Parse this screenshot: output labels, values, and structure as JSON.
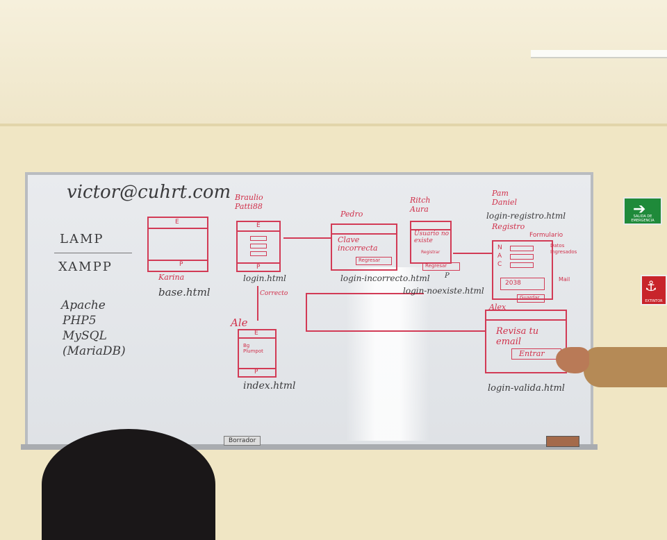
{
  "whiteboard": {
    "email": "victor@cuhrt.com",
    "stack_left": [
      "LAMP",
      "XAMPP"
    ],
    "stack_list": [
      "Apache",
      "PHP5",
      "MySQL",
      "(MariaDB)"
    ],
    "boxes": {
      "karina": {
        "name": "Karina",
        "file": "base.html",
        "top": "E",
        "bottom": "P"
      },
      "login": {
        "name": "Braulio Patti88",
        "file": "login.html",
        "top": "E",
        "bottom": "P",
        "link": "Correcto"
      },
      "pedro": {
        "name": "Pedro",
        "title": "Clave incorrecta",
        "button": "Regresar",
        "file": "login-incorrecto.html"
      },
      "ritch": {
        "name": "Ritch Aura",
        "title": "Usuario no existe",
        "sub": "Registrar",
        "button": "Regresar",
        "marker": "P",
        "file": "login-noexiste.html"
      },
      "pam": {
        "name": "Pam Daniel",
        "file": "login-registro.html",
        "title": "Registro",
        "form_label": "Formulario",
        "fields": [
          "N",
          "A",
          "C"
        ],
        "captcha": "2038",
        "button": "Guardar",
        "note": "Datos Ingresados",
        "mail_note": "Mail"
      },
      "ale": {
        "name": "Ale",
        "top": "E",
        "body": "Bg Plumpot",
        "bottom": "P",
        "file": "index.html"
      },
      "alex": {
        "name": "Alex",
        "title": "Revisa tu email",
        "button": "Entrar",
        "file": "login-valida.html"
      }
    }
  },
  "signs": {
    "exit_text": "SALIDA DE EMERGENCIA",
    "extinguisher_text": "EXTINTOR",
    "eraser_label": "Borrador"
  },
  "colors": {
    "marker_red": "#d23a55",
    "marker_black": "#3a3a3c",
    "exit_green": "#1f8a3a",
    "wall": "#f0e6c4"
  }
}
